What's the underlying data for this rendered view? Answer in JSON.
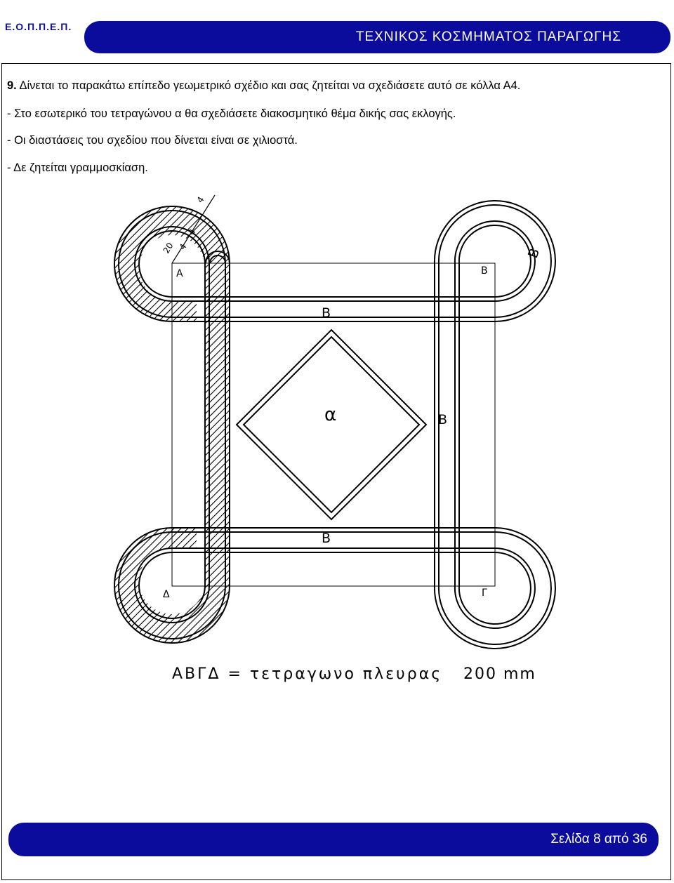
{
  "header": {
    "org": "Ε.Ο.Π.Π.Ε.Π.",
    "title": "ΤΕΧΝΙΚΟΣ ΚΟΣΜΗΜΑΤΟΣ ΠΑΡΑΓΩΓΗΣ"
  },
  "instructions": {
    "number": "9.",
    "main": "Δίνεται το παρακάτω επίπεδο γεωμετρικό σχέδιο και σας ζητείται να σχεδιάσετε αυτό σε κόλλα Α4.",
    "items": [
      "- Στο εσωτερικό του τετραγώνου α θα σχεδιάσετε διακοσμητικό θέμα δικής σας εκλογής.",
      "- Οι διαστάσεις του σχεδίου που δίνεται είναι σε χιλιοστά.",
      "- Δε ζητείται γραμμοσκίαση."
    ]
  },
  "drawing": {
    "corner_labels": [
      "A",
      "B",
      "Γ",
      "Δ"
    ],
    "band_labels": [
      "B",
      "B",
      "B",
      "B"
    ],
    "center_label": "α",
    "dimensions": [
      "4",
      "20",
      "4",
      "4"
    ],
    "caption_left": "ΑΒΓΔ = τετραγωνο πλευρας",
    "caption_right": "200 mm"
  },
  "footer": {
    "page": "Σελίδα 8 από 36"
  }
}
